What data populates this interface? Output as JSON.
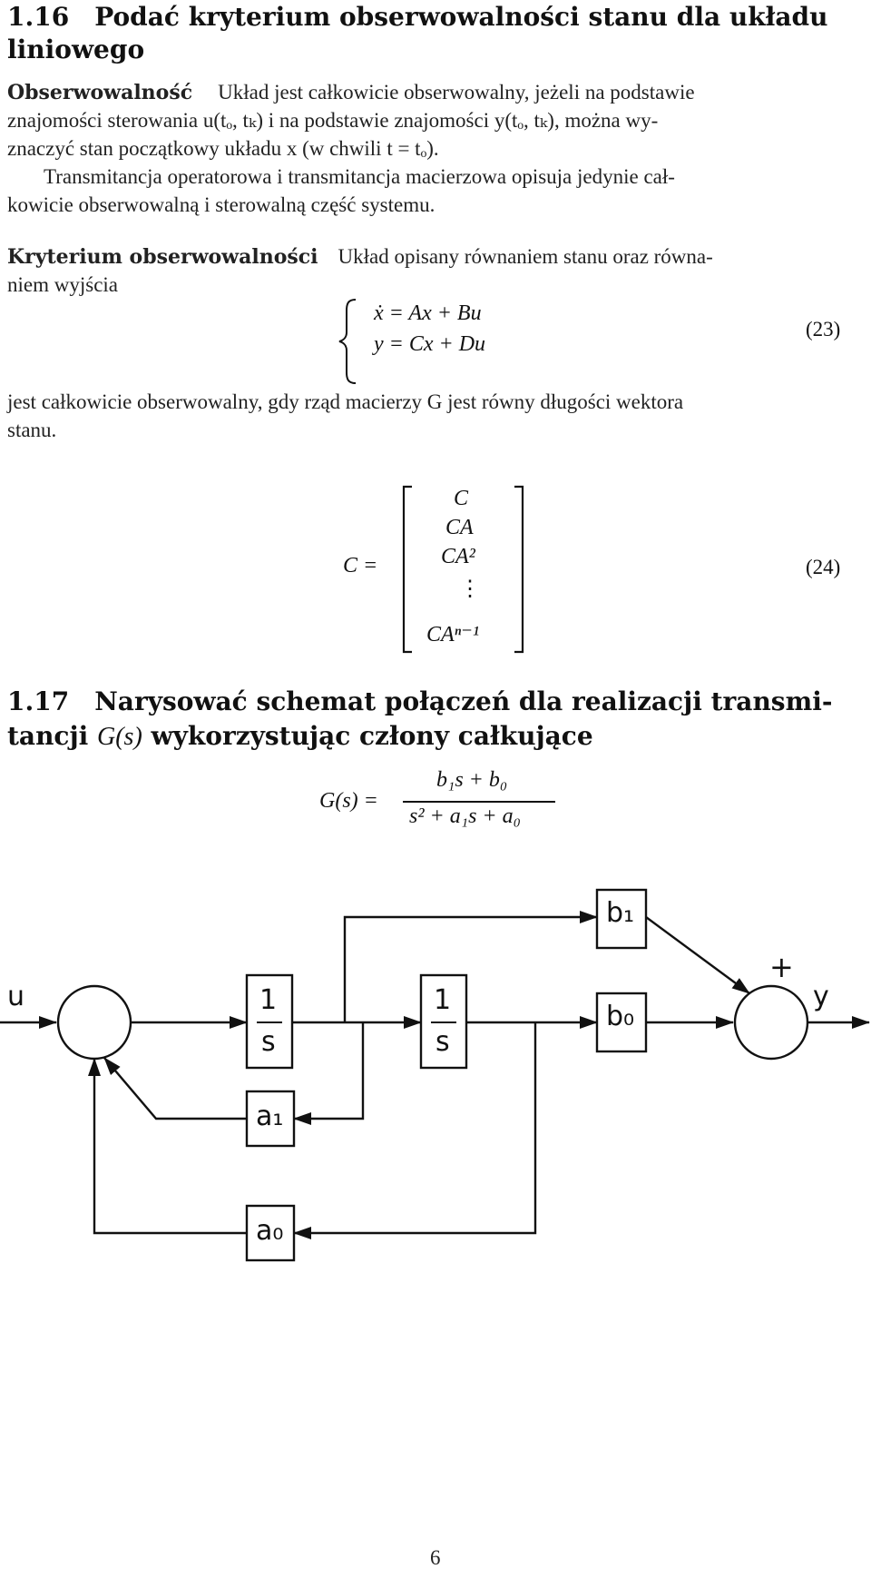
{
  "sections": [
    {
      "number": "1.16",
      "title_line1": "Podać kryterium obserwowalności stanu dla układu",
      "title_line2": "liniowego"
    },
    {
      "number": "1.17",
      "title_line1": "Narysować schemat połączeń dla realizacji transmi-",
      "title_line2_pre": "tancji ",
      "title_line2_math": "G(s)",
      "title_line2_post": " wykorzystując człony całkujące"
    }
  ],
  "obserwowalnosc": {
    "head": "Obserwowalność",
    "line1": "Układ jest całkowicie obserwowalny, jeżeli na podstawie",
    "line2": "znajomości sterowania u(tₒ, tₖ) i na podstawie znajomości y(tₒ, tₖ), można wy-",
    "line3": "znaczyć stan początkowy układu x (w chwili t = tₒ).",
    "line4": "Transmitancja operatorowa i transmitancja macierzowa opisuja jedynie cał-",
    "line5": "kowicie obserwowalną i sterowalną część systemu."
  },
  "kryterium": {
    "head": "Kryterium obserwowalności",
    "line1": "Układ opisany równaniem stanu oraz równa-",
    "line2": "niem wyjścia",
    "eq1": "ẋ = Ax + Bu",
    "eq2": "y = Cx + Du",
    "eq_number_23": "(23)",
    "after1": "jest całkowicie obserwowalny, gdy rząd macierzy G jest równy długości wektora",
    "after2": "stanu."
  },
  "matrix": {
    "lhs": "C =",
    "rows": [
      "C",
      "CA",
      "CA²",
      "⋮",
      "CAⁿ⁻¹"
    ],
    "eq_number_24": "(24)"
  },
  "transfer": {
    "lhs": "G(s) =",
    "numerator": "b₁s + b₀",
    "denominator": "s² + a₁s + a₀"
  },
  "diagram": {
    "input_label": "u",
    "output_label": "y",
    "plus_label": "+",
    "integrator1": {
      "num": "1",
      "den": "s"
    },
    "integrator2": {
      "num": "1",
      "den": "s"
    },
    "b1": "b₁",
    "b0": "b₀",
    "a1": "a₁",
    "a0": "a₀"
  },
  "page_number": "6"
}
